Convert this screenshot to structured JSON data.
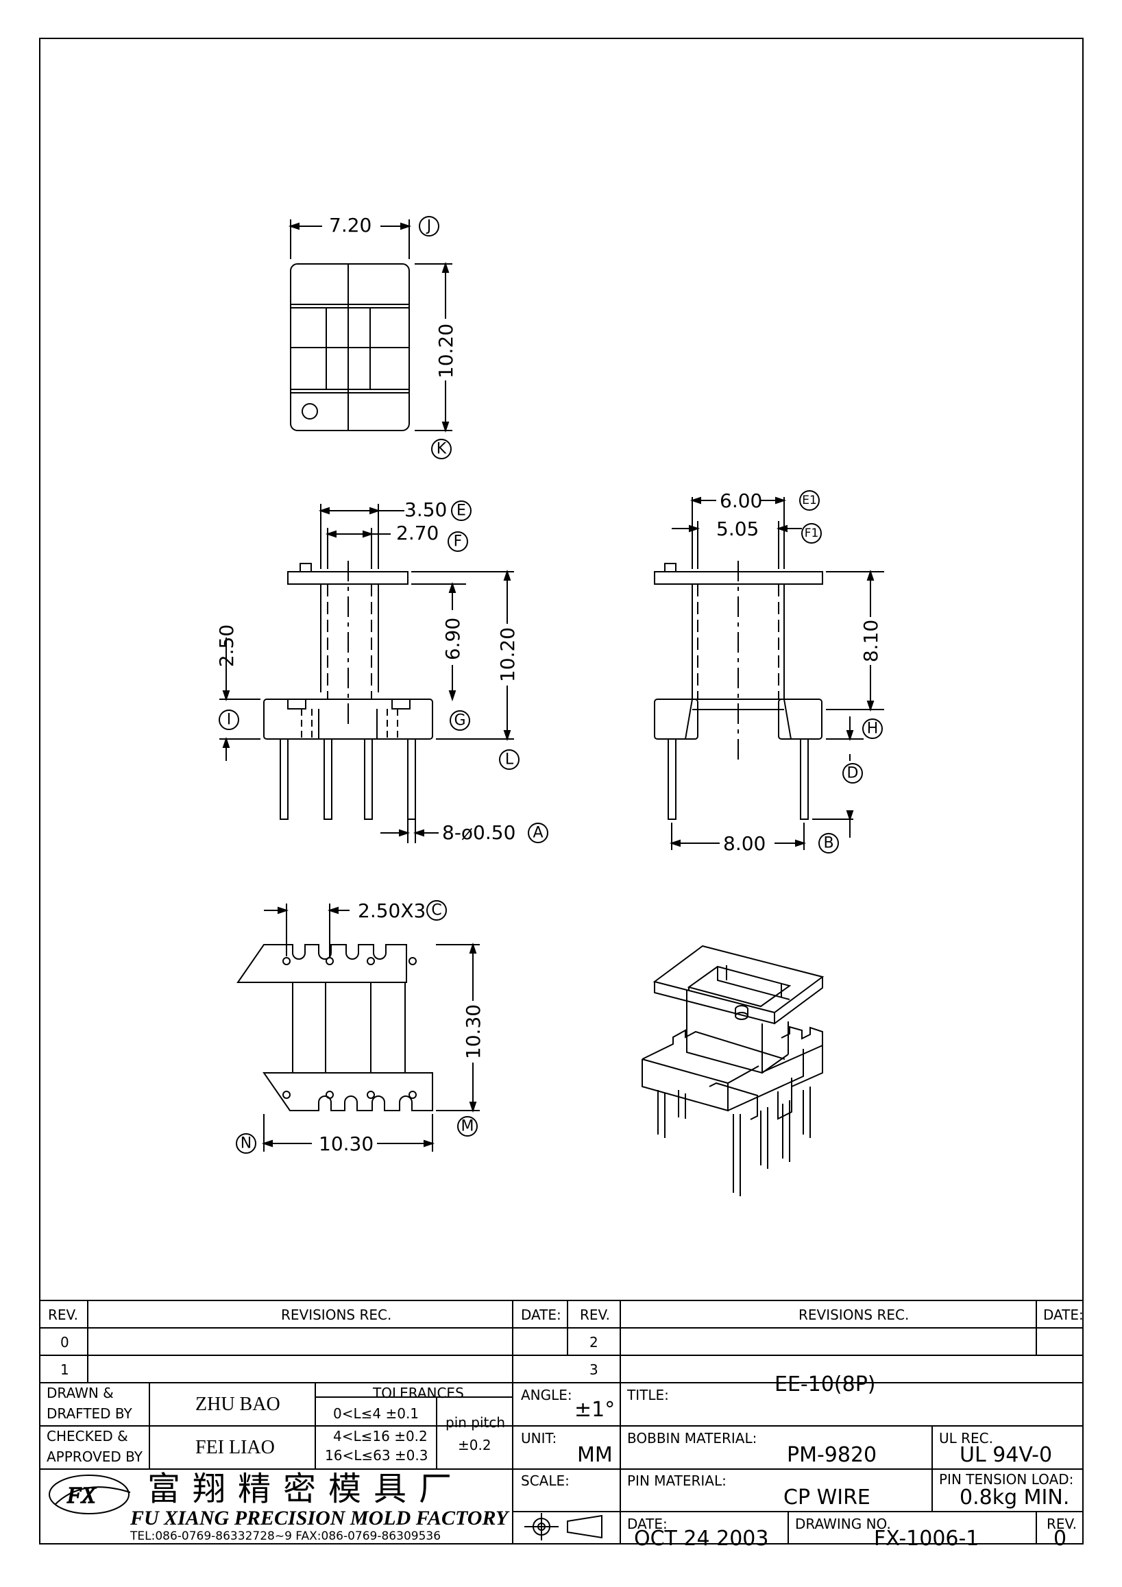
{
  "views": {
    "top": {
      "width_dim": "7.20",
      "height_dim": "10.20",
      "ref_width": "J",
      "ref_height": "K"
    },
    "front": {
      "flange_outer_dim": "3.50",
      "flange_inner_dim": "2.70",
      "ref_outer": "E",
      "ref_inner": "F",
      "left_dim": "2.50",
      "inner_height_dim": "6.90",
      "total_height_dim": "10.20",
      "ref_left": "I",
      "ref_mid": "G",
      "ref_total": "L",
      "pin_dim": "8-ø0.50",
      "ref_pin": "A"
    },
    "side": {
      "outer_dim": "6.00",
      "inner_dim": "5.05",
      "ref_outer": "E1",
      "ref_inner": "F1",
      "height_dim": "8.10",
      "ref_h": "H",
      "ref_d": "D",
      "pin_span_dim": "8.00",
      "ref_pin_span": "B"
    },
    "bottom": {
      "pitch_dim": "2.50X3",
      "ref_pitch": "C",
      "height_dim": "10.30",
      "ref_height": "M",
      "width_dim": "10.30",
      "ref_width": "N"
    }
  },
  "title_block": {
    "revisions": {
      "rev_label": "REV.",
      "revisions_label": "REVISIONS  REC.",
      "date_label": "DATE:",
      "rev_left": [
        "0",
        "1"
      ],
      "rev_right": [
        "2",
        "3"
      ]
    },
    "drawn_label_1": "DRAWN &",
    "drawn_label_2": "DRAFTED BY",
    "drawn_name": "ZHU BAO",
    "checked_label_1": "CHECKED &",
    "checked_label_2": "APPROVED BY",
    "checked_name": "FEI LIAO",
    "tolerances_label": "TOLERANCES",
    "tolerance_rows": [
      "0<L≤4   ±0.1",
      "4<L≤16  ±0.2",
      "16<L≤63  ±0.3"
    ],
    "pin_pitch_label": "pin pitch",
    "pin_pitch_value": "±0.2",
    "angle_label": "ANGLE:",
    "angle_value": "±1°",
    "unit_label": "UNIT:",
    "unit_value": "MM",
    "scale_label": "SCALE:",
    "title_label": "TITLE:",
    "title_value": "EE-10(8P)",
    "bobbin_material_label": "BOBBIN MATERIAL:",
    "bobbin_material_value": "PM-9820",
    "ul_rec_label": "UL REC.",
    "ul_rec_value": "UL 94V-0",
    "pin_material_label": "PIN MATERIAL:",
    "pin_material_value": "CP WIRE",
    "pin_tension_label": "PIN TENSION LOAD:",
    "pin_tension_value": "0.8kg MIN.",
    "date_label": "DATE:",
    "date_value": "OCT 24 2003",
    "drawing_no_label": "DRAWING NO.",
    "drawing_no_value": "FX-1006-1",
    "rev_label": "REV.",
    "rev_value": "0",
    "company_cn": "富翔精密模具厂",
    "company_en": "FU XIANG PRECISION MOLD FACTORY",
    "company_contact": "TEL:086-0769-86332728~9  FAX:086-0769-86309536",
    "logo_text": "FX"
  }
}
